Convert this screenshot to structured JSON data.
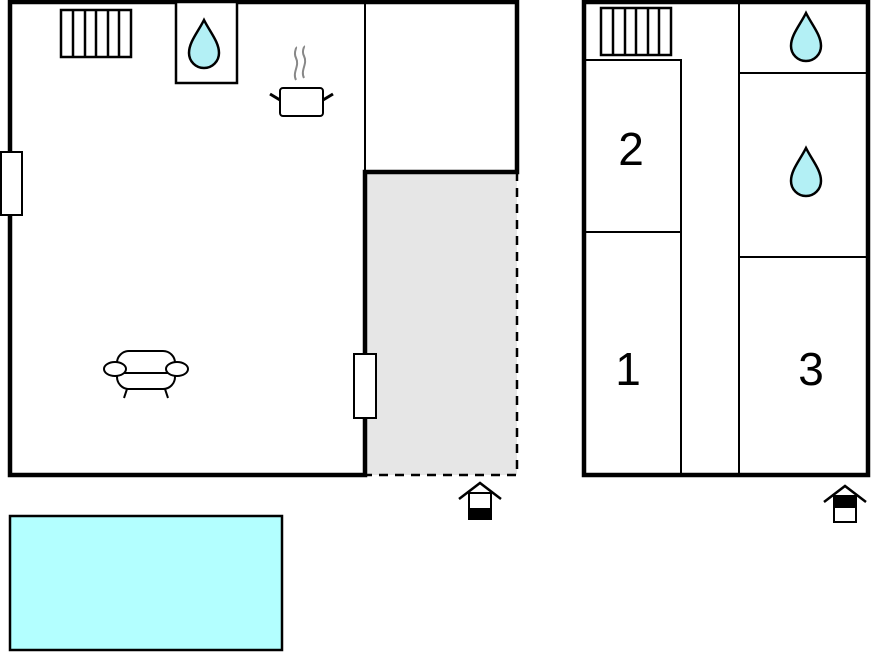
{
  "floor_plan": {
    "colors": {
      "wall": "#000000",
      "terrace": "#e6e6e6",
      "pool": "#b3ffff",
      "water": "#b3f0f5",
      "steam": "#888888"
    },
    "ground_floor": {
      "icons": [
        "radiator-icon",
        "water-drop-icon",
        "cooking-pot-icon",
        "armchair-icon",
        "window-icon",
        "entrance-icon"
      ]
    },
    "upper_floor": {
      "rooms": [
        {
          "label": "2"
        },
        {
          "label": "1"
        },
        {
          "label": "3"
        }
      ],
      "icons": [
        "radiator-icon",
        "water-drop-icon",
        "entrance-icon"
      ]
    },
    "pool": {
      "icon": "pool-icon"
    }
  }
}
